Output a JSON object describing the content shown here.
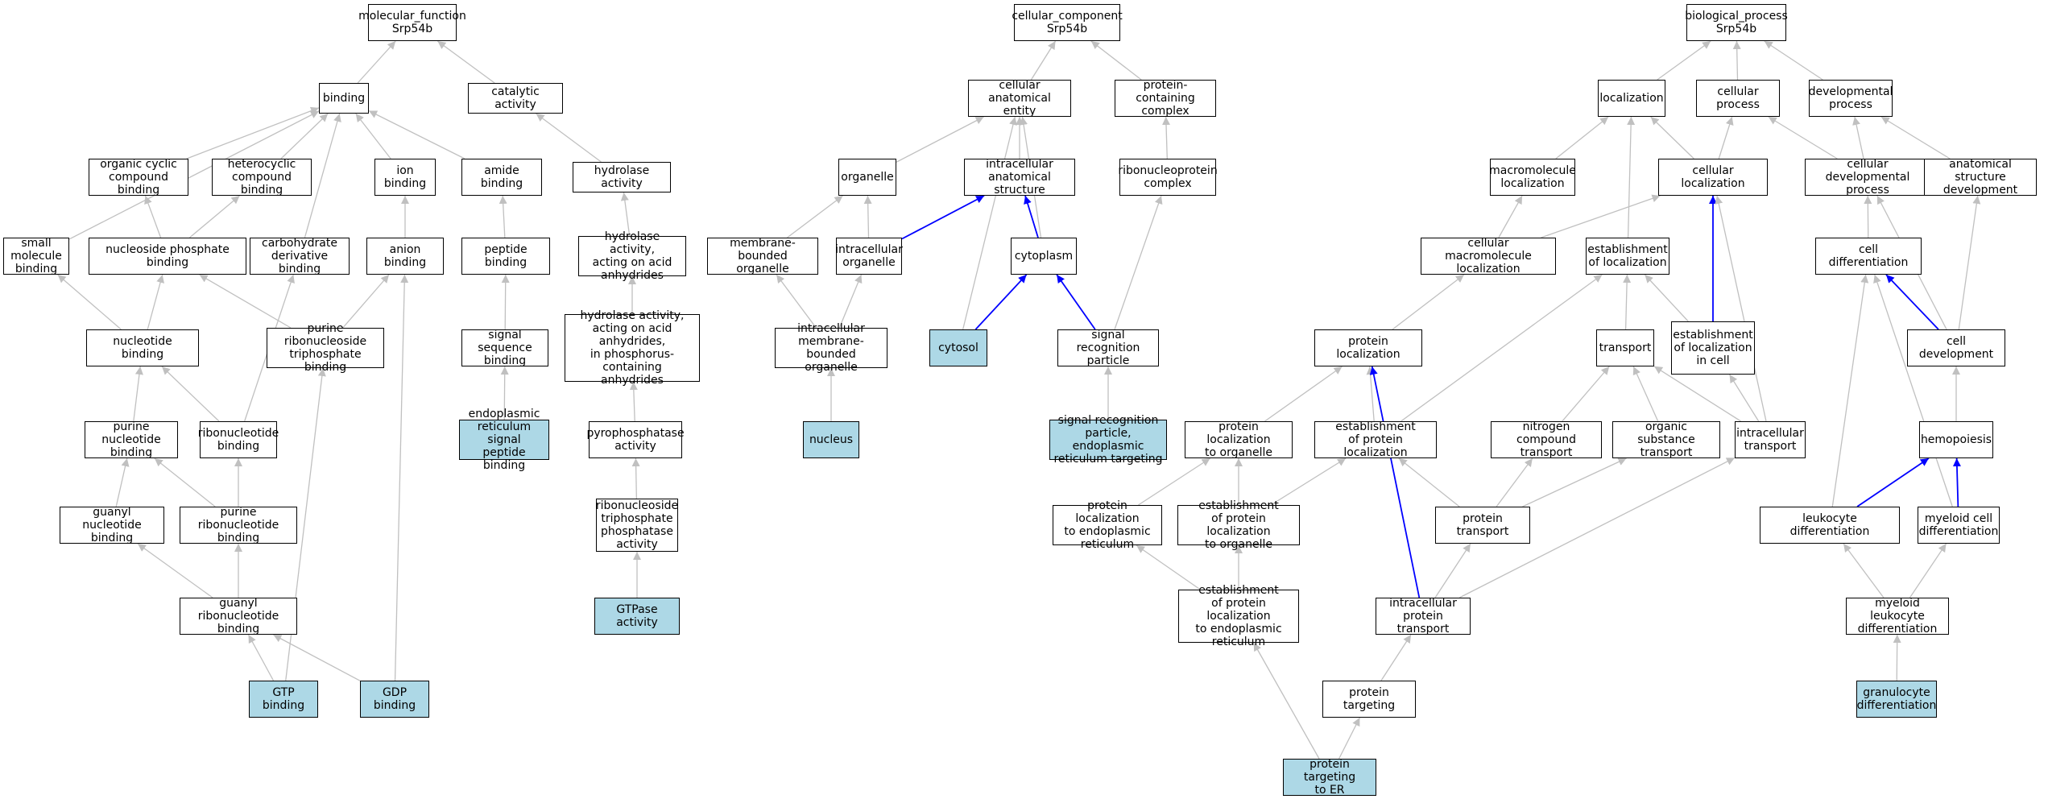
{
  "colors": {
    "edge": "#c0c0c0",
    "edge_highlight": "#0000ff",
    "node_highlight": "#add8e6"
  },
  "nodes": [
    {
      "id": "mf",
      "label": "molecular_function\nSrp54b",
      "hl": false
    },
    {
      "id": "binding",
      "label": "binding",
      "hl": false
    },
    {
      "id": "catalytic",
      "label": "catalytic activity",
      "hl": false
    },
    {
      "id": "occb",
      "label": "organic cyclic\ncompound binding",
      "hl": false
    },
    {
      "id": "hccb",
      "label": "heterocyclic\ncompound binding",
      "hl": false
    },
    {
      "id": "ionb",
      "label": "ion binding",
      "hl": false
    },
    {
      "id": "amideb",
      "label": "amide binding",
      "hl": false
    },
    {
      "id": "hydrolase",
      "label": "hydrolase activity",
      "hl": false
    },
    {
      "id": "smb",
      "label": "small molecule\nbinding",
      "hl": false
    },
    {
      "id": "npb",
      "label": "nucleoside phosphate\nbinding",
      "hl": false
    },
    {
      "id": "cdb",
      "label": "carbohydrate\nderivative binding",
      "hl": false
    },
    {
      "id": "anionb",
      "label": "anion binding",
      "hl": false
    },
    {
      "id": "peptideb",
      "label": "peptide binding",
      "hl": false
    },
    {
      "id": "hyd_acid",
      "label": "hydrolase activity,\nacting on acid\nanhydrides",
      "hl": false
    },
    {
      "id": "ntb",
      "label": "nucleotide binding",
      "hl": false
    },
    {
      "id": "prntb",
      "label": "purine ribonucleoside\ntriphosphate\nbinding",
      "hl": false
    },
    {
      "id": "ssb",
      "label": "signal sequence\nbinding",
      "hl": false
    },
    {
      "id": "hyd_phos",
      "label": "hydrolase activity,\nacting on acid\nanhydrides,\nin phosphorus-containing\nanhydrides",
      "hl": false
    },
    {
      "id": "purntb",
      "label": "purine nucleotide\nbinding",
      "hl": false
    },
    {
      "id": "ribontb",
      "label": "ribonucleotide\nbinding",
      "hl": false
    },
    {
      "id": "erspb",
      "label": "endoplasmic\nreticulum signal\npeptide binding",
      "hl": true
    },
    {
      "id": "pyro",
      "label": "pyrophosphatase\nactivity",
      "hl": false
    },
    {
      "id": "gntb",
      "label": "guanyl nucleotide\nbinding",
      "hl": false
    },
    {
      "id": "pribontb",
      "label": "purine ribonucleotide\nbinding",
      "hl": false
    },
    {
      "id": "rntpase",
      "label": "ribonucleoside\ntriphosphate\nphosphatase\nactivity",
      "hl": false
    },
    {
      "id": "grntb",
      "label": "guanyl ribonucleotide\nbinding",
      "hl": false
    },
    {
      "id": "gtpase",
      "label": "GTPase activity",
      "hl": true
    },
    {
      "id": "gtpb",
      "label": "GTP binding",
      "hl": true
    },
    {
      "id": "gdpb",
      "label": "GDP binding",
      "hl": true
    },
    {
      "id": "cc",
      "label": "cellular_component\nSrp54b",
      "hl": false
    },
    {
      "id": "cae",
      "label": "cellular anatomical\nentity",
      "hl": false
    },
    {
      "id": "pcc",
      "label": "protein-containing\ncomplex",
      "hl": false
    },
    {
      "id": "organelle",
      "label": "organelle",
      "hl": false
    },
    {
      "id": "ias",
      "label": "intracellular\nanatomical structure",
      "hl": false
    },
    {
      "id": "rnpc",
      "label": "ribonucleoprotein\ncomplex",
      "hl": false
    },
    {
      "id": "mbo",
      "label": "membrane-bounded\norganelle",
      "hl": false
    },
    {
      "id": "io",
      "label": "intracellular\norganelle",
      "hl": false
    },
    {
      "id": "cytoplasm",
      "label": "cytoplasm",
      "hl": false
    },
    {
      "id": "imbo",
      "label": "intracellular\nmembrane-bounded\norganelle",
      "hl": false
    },
    {
      "id": "cytosol",
      "label": "cytosol",
      "hl": true
    },
    {
      "id": "srp",
      "label": "signal recognition\nparticle",
      "hl": false
    },
    {
      "id": "nucleus",
      "label": "nucleus",
      "hl": true
    },
    {
      "id": "srper",
      "label": "signal recognition\nparticle, endoplasmic\nreticulum targeting",
      "hl": true
    },
    {
      "id": "bp",
      "label": "biological_process\nSrp54b",
      "hl": false
    },
    {
      "id": "loc",
      "label": "localization",
      "hl": false
    },
    {
      "id": "cp",
      "label": "cellular process",
      "hl": false
    },
    {
      "id": "dp",
      "label": "developmental\nprocess",
      "hl": false
    },
    {
      "id": "ml",
      "label": "macromolecule\nlocalization",
      "hl": false
    },
    {
      "id": "cl",
      "label": "cellular localization",
      "hl": false
    },
    {
      "id": "cdp",
      "label": "cellular developmental\nprocess",
      "hl": false
    },
    {
      "id": "asd",
      "label": "anatomical structure\ndevelopment",
      "hl": false
    },
    {
      "id": "cml",
      "label": "cellular macromolecule\nlocalization",
      "hl": false
    },
    {
      "id": "eol",
      "label": "establishment\nof localization",
      "hl": false
    },
    {
      "id": "celldiff",
      "label": "cell differentiation",
      "hl": false
    },
    {
      "id": "pl",
      "label": "protein localization",
      "hl": false
    },
    {
      "id": "transport",
      "label": "transport",
      "hl": false
    },
    {
      "id": "eolc",
      "label": "establishment\nof localization\nin cell",
      "hl": false
    },
    {
      "id": "celldev",
      "label": "cell development",
      "hl": false
    },
    {
      "id": "plo",
      "label": "protein localization\nto organelle",
      "hl": false
    },
    {
      "id": "epl",
      "label": "establishment\nof protein localization",
      "hl": false
    },
    {
      "id": "nct",
      "label": "nitrogen compound\ntransport",
      "hl": false
    },
    {
      "id": "ost",
      "label": "organic substance\ntransport",
      "hl": false
    },
    {
      "id": "it",
      "label": "intracellular\ntransport",
      "hl": false
    },
    {
      "id": "hemo",
      "label": "hemopoiesis",
      "hl": false
    },
    {
      "id": "pler",
      "label": "protein localization\nto endoplasmic\nreticulum",
      "hl": false
    },
    {
      "id": "eplo",
      "label": "establishment\nof protein localization\nto organelle",
      "hl": false
    },
    {
      "id": "pt",
      "label": "protein transport",
      "hl": false
    },
    {
      "id": "ld",
      "label": "leukocyte differentiation",
      "hl": false
    },
    {
      "id": "mcd",
      "label": "myeloid cell\ndifferentiation",
      "hl": false
    },
    {
      "id": "epler",
      "label": "establishment\nof protein localization\nto endoplasmic\nreticulum",
      "hl": false
    },
    {
      "id": "ipt",
      "label": "intracellular\nprotein transport",
      "hl": false
    },
    {
      "id": "mld",
      "label": "myeloid leukocyte\ndifferentiation",
      "hl": false
    },
    {
      "id": "ptarg",
      "label": "protein targeting",
      "hl": false
    },
    {
      "id": "gd",
      "label": "granulocyte\ndifferentiation",
      "hl": true
    },
    {
      "id": "pter",
      "label": "protein targeting\nto ER",
      "hl": true
    }
  ],
  "edges": [
    {
      "from": "binding",
      "to": "mf"
    },
    {
      "from": "catalytic",
      "to": "mf"
    },
    {
      "from": "occb",
      "to": "binding"
    },
    {
      "from": "hccb",
      "to": "binding"
    },
    {
      "from": "ionb",
      "to": "binding"
    },
    {
      "from": "amideb",
      "to": "binding"
    },
    {
      "from": "smb",
      "to": "binding"
    },
    {
      "from": "cdb",
      "to": "binding"
    },
    {
      "from": "hydrolase",
      "to": "catalytic"
    },
    {
      "from": "npb",
      "to": "occb"
    },
    {
      "from": "npb",
      "to": "hccb"
    },
    {
      "from": "anionb",
      "to": "ionb"
    },
    {
      "from": "peptideb",
      "to": "amideb"
    },
    {
      "from": "hyd_acid",
      "to": "hydrolase"
    },
    {
      "from": "ntb",
      "to": "smb"
    },
    {
      "from": "ntb",
      "to": "npb"
    },
    {
      "from": "prntb",
      "to": "npb"
    },
    {
      "from": "prntb",
      "to": "anionb"
    },
    {
      "from": "ssb",
      "to": "peptideb"
    },
    {
      "from": "hyd_phos",
      "to": "hyd_acid"
    },
    {
      "from": "purntb",
      "to": "ntb"
    },
    {
      "from": "ribontb",
      "to": "ntb"
    },
    {
      "from": "ribontb",
      "to": "cdb"
    },
    {
      "from": "erspb",
      "to": "ssb"
    },
    {
      "from": "pyro",
      "to": "hyd_phos"
    },
    {
      "from": "gntb",
      "to": "purntb"
    },
    {
      "from": "pribontb",
      "to": "purntb"
    },
    {
      "from": "pribontb",
      "to": "ribontb"
    },
    {
      "from": "rntpase",
      "to": "pyro"
    },
    {
      "from": "grntb",
      "to": "gntb"
    },
    {
      "from": "grntb",
      "to": "pribontb"
    },
    {
      "from": "gtpase",
      "to": "rntpase"
    },
    {
      "from": "gtpb",
      "to": "grntb"
    },
    {
      "from": "gtpb",
      "to": "prntb"
    },
    {
      "from": "gdpb",
      "to": "grntb"
    },
    {
      "from": "gdpb",
      "to": "anionb"
    },
    {
      "from": "cae",
      "to": "cc"
    },
    {
      "from": "pcc",
      "to": "cc"
    },
    {
      "from": "organelle",
      "to": "cae"
    },
    {
      "from": "ias",
      "to": "cae"
    },
    {
      "from": "cytoplasm",
      "to": "cae"
    },
    {
      "from": "cytosol",
      "to": "cae"
    },
    {
      "from": "rnpc",
      "to": "pcc"
    },
    {
      "from": "mbo",
      "to": "organelle"
    },
    {
      "from": "io",
      "to": "organelle"
    },
    {
      "from": "io",
      "to": "ias",
      "blue": true
    },
    {
      "from": "cytoplasm",
      "to": "ias",
      "blue": true
    },
    {
      "from": "imbo",
      "to": "mbo"
    },
    {
      "from": "imbo",
      "to": "io"
    },
    {
      "from": "cytosol",
      "to": "cytoplasm",
      "blue": true
    },
    {
      "from": "srp",
      "to": "cytoplasm",
      "blue": true
    },
    {
      "from": "srp",
      "to": "rnpc"
    },
    {
      "from": "nucleus",
      "to": "imbo"
    },
    {
      "from": "srper",
      "to": "srp"
    },
    {
      "from": "loc",
      "to": "bp"
    },
    {
      "from": "cp",
      "to": "bp"
    },
    {
      "from": "dp",
      "to": "bp"
    },
    {
      "from": "ml",
      "to": "loc"
    },
    {
      "from": "cl",
      "to": "loc"
    },
    {
      "from": "cl",
      "to": "cp"
    },
    {
      "from": "eol",
      "to": "loc"
    },
    {
      "from": "cdp",
      "to": "cp"
    },
    {
      "from": "cdp",
      "to": "dp"
    },
    {
      "from": "asd",
      "to": "dp"
    },
    {
      "from": "cml",
      "to": "ml"
    },
    {
      "from": "cml",
      "to": "cl"
    },
    {
      "from": "celldiff",
      "to": "cdp"
    },
    {
      "from": "celldev",
      "to": "cdp"
    },
    {
      "from": "celldev",
      "to": "asd"
    },
    {
      "from": "celldev",
      "to": "celldiff",
      "blue": true
    },
    {
      "from": "pl",
      "to": "cml"
    },
    {
      "from": "transport",
      "to": "eol"
    },
    {
      "from": "eolc",
      "to": "eol"
    },
    {
      "from": "eolc",
      "to": "cl",
      "blue": true
    },
    {
      "from": "plo",
      "to": "pl"
    },
    {
      "from": "epl",
      "to": "pl"
    },
    {
      "from": "epl",
      "to": "eol"
    },
    {
      "from": "nct",
      "to": "transport"
    },
    {
      "from": "ost",
      "to": "transport"
    },
    {
      "from": "it",
      "to": "transport"
    },
    {
      "from": "it",
      "to": "eolc"
    },
    {
      "from": "it",
      "to": "cl"
    },
    {
      "from": "hemo",
      "to": "celldev"
    },
    {
      "from": "pler",
      "to": "plo"
    },
    {
      "from": "eplo",
      "to": "plo"
    },
    {
      "from": "eplo",
      "to": "epl"
    },
    {
      "from": "pt",
      "to": "epl"
    },
    {
      "from": "pt",
      "to": "nct"
    },
    {
      "from": "pt",
      "to": "ost"
    },
    {
      "from": "ld",
      "to": "hemo",
      "blue": true
    },
    {
      "from": "ld",
      "to": "celldiff"
    },
    {
      "from": "mcd",
      "to": "hemo",
      "blue": true
    },
    {
      "from": "mcd",
      "to": "celldiff"
    },
    {
      "from": "epler",
      "to": "pler"
    },
    {
      "from": "epler",
      "to": "eplo"
    },
    {
      "from": "ipt",
      "to": "pt"
    },
    {
      "from": "ipt",
      "to": "it"
    },
    {
      "from": "ipt",
      "to": "pl",
      "blue": true
    },
    {
      "from": "mld",
      "to": "ld"
    },
    {
      "from": "mld",
      "to": "mcd"
    },
    {
      "from": "ptarg",
      "to": "ipt"
    },
    {
      "from": "gd",
      "to": "mld"
    },
    {
      "from": "pter",
      "to": "ptarg"
    },
    {
      "from": "pter",
      "to": "epler"
    }
  ]
}
